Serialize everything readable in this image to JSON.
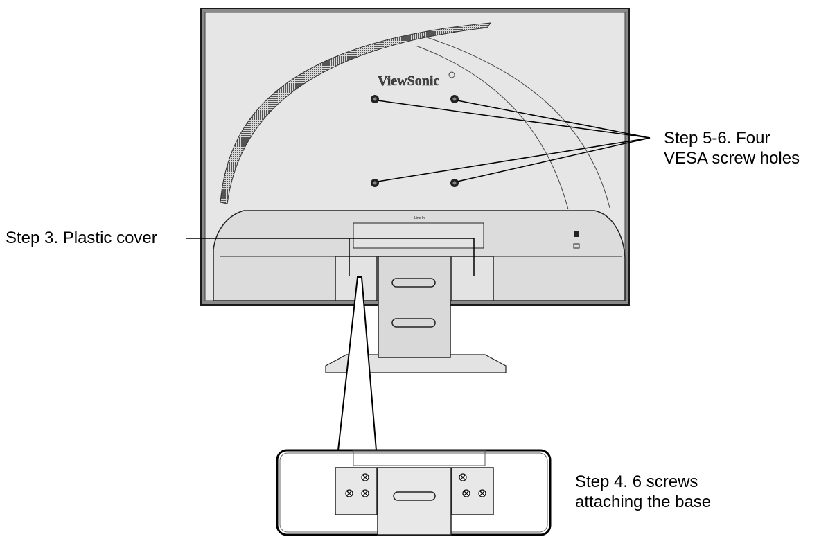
{
  "brand": "ViewSonic",
  "port_label": "Line In",
  "callouts": {
    "vesa_line1": "Step 5-6. Four",
    "vesa_line2": "VESA screw holes",
    "plastic_cover": "Step 3. Plastic cover",
    "screws_line1": "Step 4. 6 screws",
    "screws_line2": "attaching the base"
  },
  "colors": {
    "monitor_panel": "#e6e6e6",
    "vent_pattern": "#6a6a6a",
    "outline": "#1a1a1a"
  }
}
